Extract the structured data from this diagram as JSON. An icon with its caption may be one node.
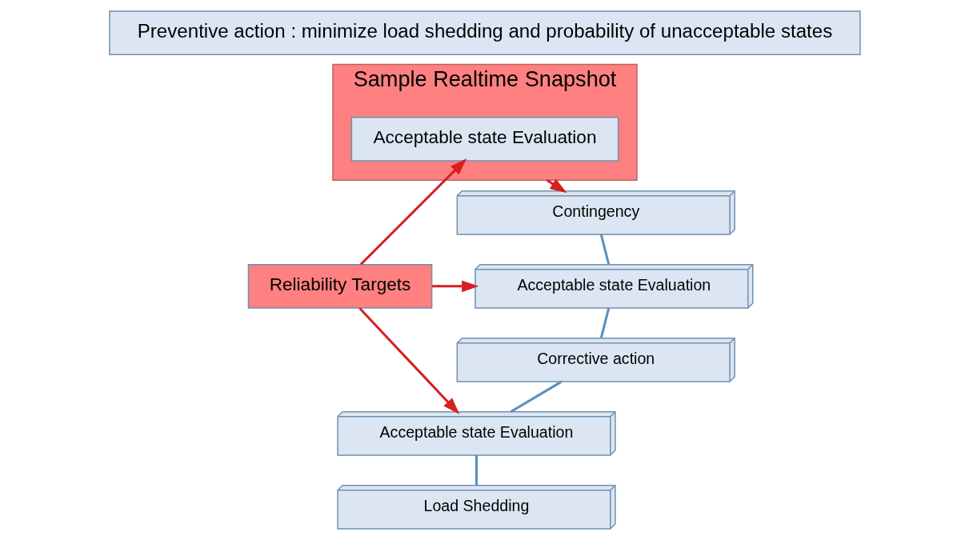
{
  "diagram": {
    "nodes": [
      {
        "text": [
          "Preventive action : minimize load shedding and probability of unacceptable states"
        ]
      },
      {
        "text": [
          "Sample Realtime Snapshot"
        ]
      },
      {
        "text": [
          "Acceptable state Evaluation"
        ],
        "in": 1
      },
      {
        "text": [
          "Contingency"
        ]
      },
      {
        "text": [
          "Acceptable state Evaluation"
        ]
      },
      {
        "text": [
          "Corrective action"
        ]
      },
      {
        "text": [
          "Acceptable state Evaluation"
        ]
      },
      {
        "text": [
          "Load Shedding"
        ]
      },
      {
        "text": [
          "Reliability Targets"
        ]
      }
    ],
    "edges": [
      {
        "from": 1,
        "to": 3,
        "arrow": "to",
        "color": "#d42020"
      },
      {
        "from": 3,
        "to": 4,
        "arrow": "none",
        "color": "#5b8fbf"
      },
      {
        "from": 4,
        "to": 5,
        "arrow": "none",
        "color": "#5b8fbf"
      },
      {
        "from": 5,
        "to": 6,
        "arrow": "none",
        "color": "#5b8fbf"
      },
      {
        "from": 6,
        "to": 7,
        "arrow": "none",
        "color": "#5b8fbf"
      },
      {
        "from": 8,
        "to": 2,
        "arrow": "to",
        "color": "#d42020"
      },
      {
        "from": 8,
        "to": 4,
        "arrow": "to",
        "color": "#d42020"
      },
      {
        "from": 8,
        "to": 6,
        "arrow": "to",
        "color": "#d42020"
      }
    ]
  }
}
